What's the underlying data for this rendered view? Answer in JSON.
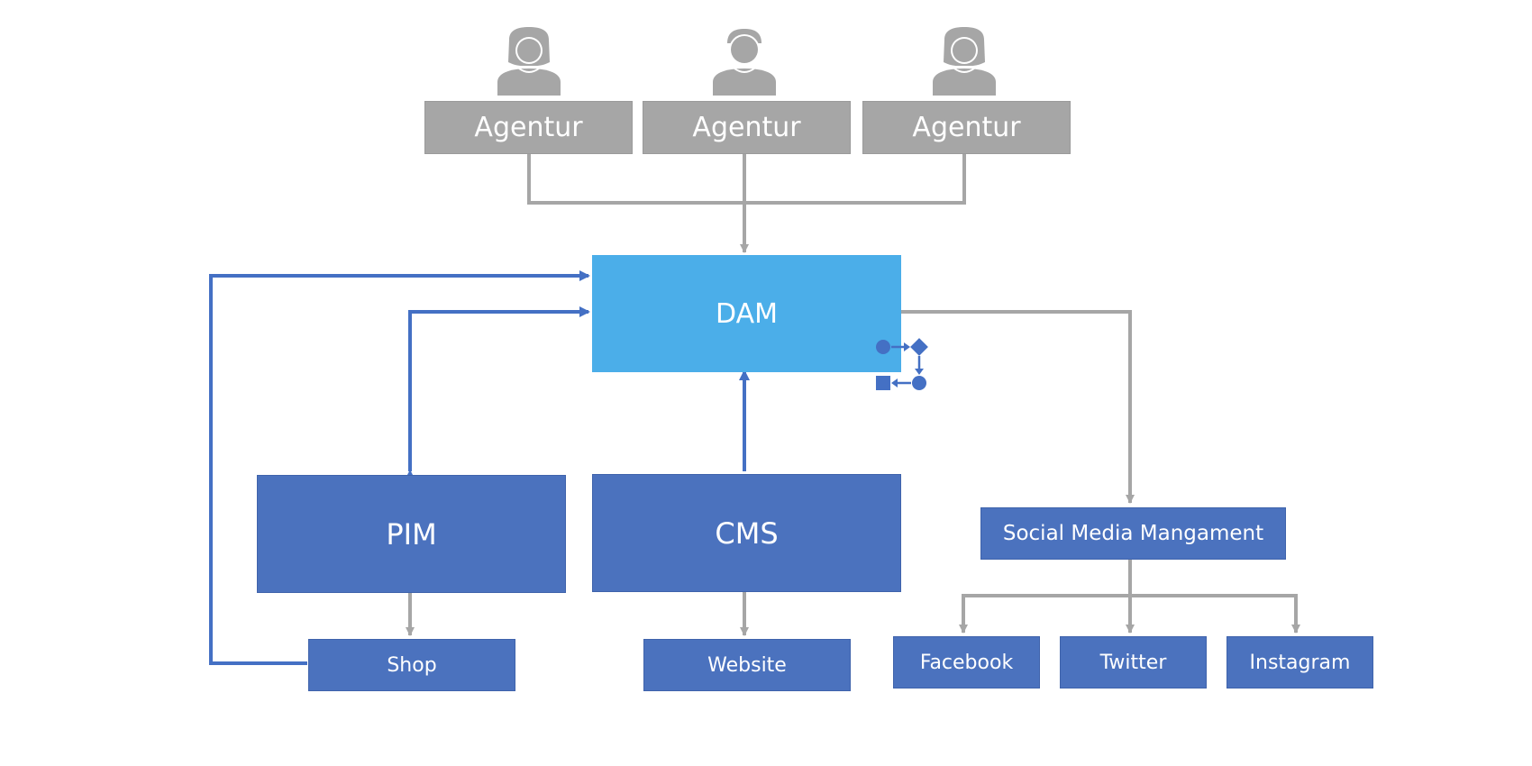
{
  "colors": {
    "agency_box": "#a6a6a6",
    "agency_person": "#a6a6a6",
    "dam_box": "#4baee9",
    "system_box": "#4b72be",
    "gray_connector": "#a6a6a6",
    "blue_connector": "#4470c4",
    "text": "#ffffff"
  },
  "agencies": [
    {
      "label": "Agentur",
      "person_icon": "woman-icon"
    },
    {
      "label": "Agentur",
      "person_icon": "man-icon"
    },
    {
      "label": "Agentur",
      "person_icon": "woman-icon"
    }
  ],
  "dam": {
    "label": "DAM",
    "icon": "workflow-icon"
  },
  "pim": {
    "label": "PIM"
  },
  "cms": {
    "label": "CMS"
  },
  "shop": {
    "label": "Shop"
  },
  "website": {
    "label": "Website"
  },
  "social_media": {
    "label": "Social Media Mangament"
  },
  "channels": [
    {
      "label": "Facebook"
    },
    {
      "label": "Twitter"
    },
    {
      "label": "Instagram"
    }
  ]
}
